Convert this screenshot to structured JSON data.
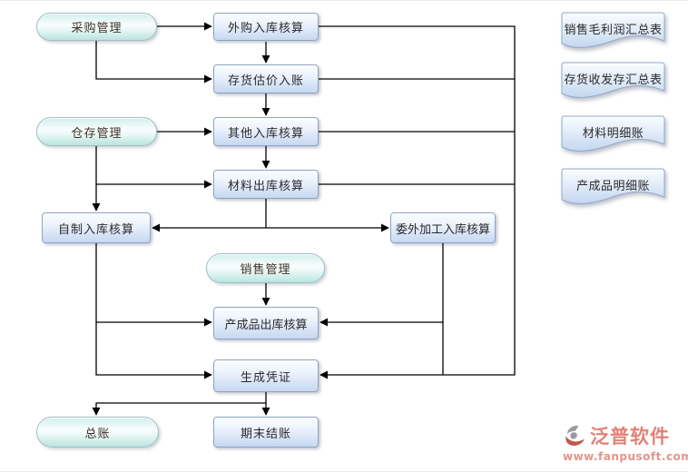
{
  "flowchart": {
    "pills": [
      {
        "label": "采购管理"
      },
      {
        "label": "仓存管理"
      },
      {
        "label": "销售管理"
      },
      {
        "label": "总账"
      }
    ],
    "boxes": [
      {
        "label": "外购入库核算"
      },
      {
        "label": "存货估价入账"
      },
      {
        "label": "其他入库核算"
      },
      {
        "label": "材料出库核算"
      },
      {
        "label": "自制入库核算"
      },
      {
        "label": "委外加工入库核算"
      },
      {
        "label": "产成品出库核算"
      },
      {
        "label": "生成凭证"
      },
      {
        "label": "期末结账"
      }
    ],
    "reports": [
      {
        "label": "销售毛利润汇总表"
      },
      {
        "label": "存货收发存汇总表"
      },
      {
        "label": "材料明细账"
      },
      {
        "label": "产成品明细账"
      }
    ]
  },
  "branding": {
    "logo_text": "泛普软件",
    "website": "www.fanpusoft.com"
  },
  "colors": {
    "box_fill_top": "#fbfdff",
    "box_fill_bottom": "#c6d8f0",
    "box_border": "#8da3c5",
    "pill_fill_bottom": "#b9e5de",
    "connector": "#000000",
    "logo_red": "#e08277",
    "logo_gray": "#9a9aa0"
  }
}
